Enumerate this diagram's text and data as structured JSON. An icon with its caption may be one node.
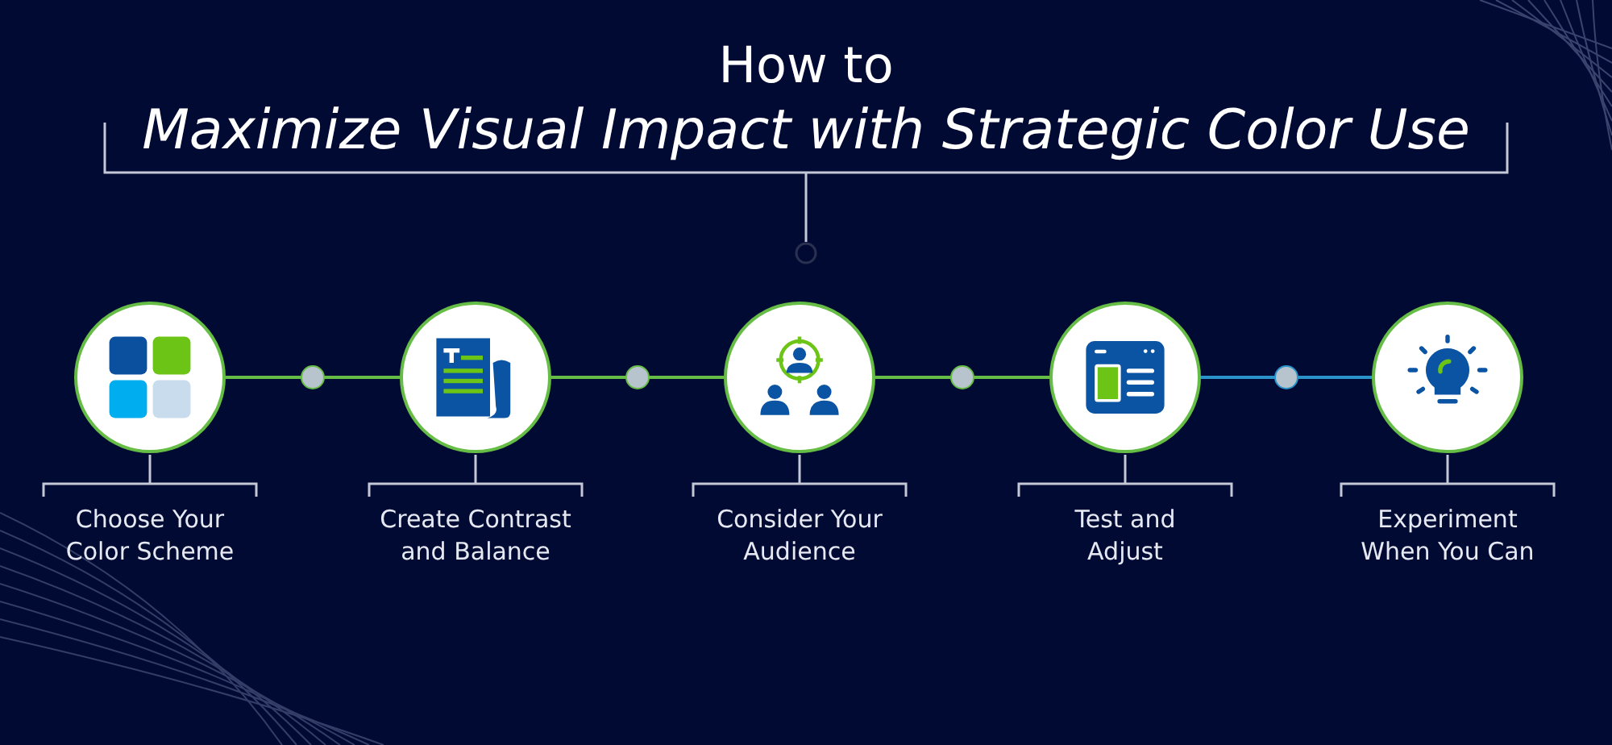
{
  "diagram": {
    "title": "How to *Maximize Visual Impact with Strategic Color Use*",
    "nodes": [
      {
        "text": [],
        "shape": "circle",
        "beside": [
          "Choose Your Color Scheme"
        ]
      },
      {
        "text": [],
        "shape": "circle",
        "beside": [
          "Create Contrast and Balance"
        ]
      },
      {
        "text": [],
        "shape": "circle",
        "beside": [
          "Consider Your Audience"
        ]
      },
      {
        "text": [],
        "shape": "circle",
        "beside": [
          "Test and Adjust"
        ]
      },
      {
        "text": [],
        "shape": "circle",
        "beside": [
          "Experiment When You Can"
        ]
      }
    ],
    "edges": [
      {
        "from": 0,
        "to": 1,
        "arrow": "none"
      },
      {
        "from": 1,
        "to": 2,
        "arrow": "none"
      },
      {
        "from": 2,
        "to": 3,
        "arrow": "none"
      },
      {
        "from": 3,
        "to": 4,
        "arrow": "none",
        "color": "#2a93c9"
      }
    ]
  }
}
